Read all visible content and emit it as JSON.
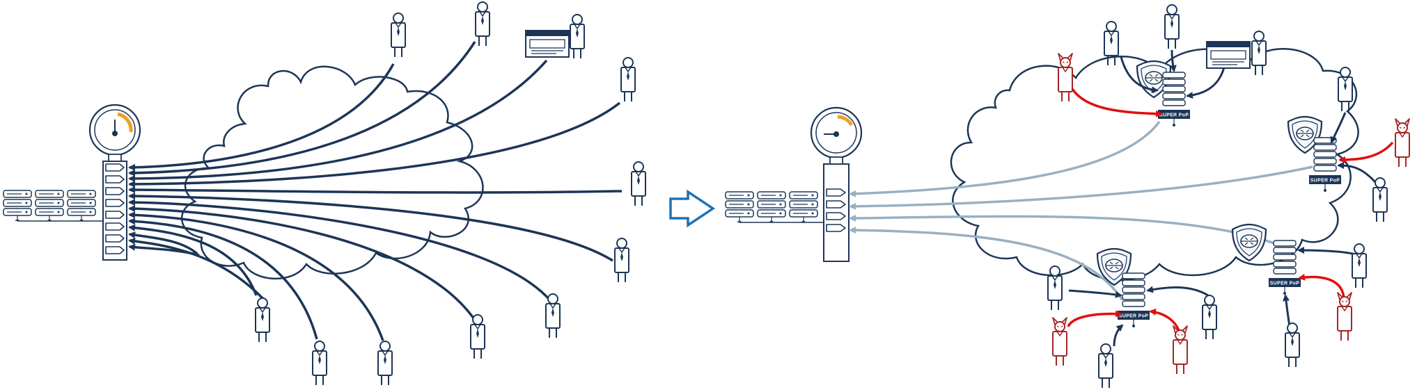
{
  "colors": {
    "navy": "#1c3557",
    "pale_flow": "#98b0c2",
    "attack": "#e01010",
    "attacker_outline": "#a52525",
    "gauge_accent": "#f0a020",
    "transition_arrow": "#1a73b8"
  },
  "icons": {
    "user": "user-icon",
    "attacker": "attacker-devil-icon",
    "server_rack": "server-rack-icon",
    "load_balancer": "load-balancer-icon",
    "gauge": "pressure-gauge-icon",
    "shield": "shield-icon",
    "browser": "browser-window-icon",
    "cloud": "cloud-icon",
    "transition": "transition-arrow-icon"
  },
  "pop_label": "SUPER PoP",
  "left_panel": {
    "gauge_level": 0.55,
    "direct_flows": 14
  },
  "right_panel": {
    "gauge_level": 0.25,
    "clean_flows": 4,
    "pops": 4,
    "attackers": 5
  }
}
